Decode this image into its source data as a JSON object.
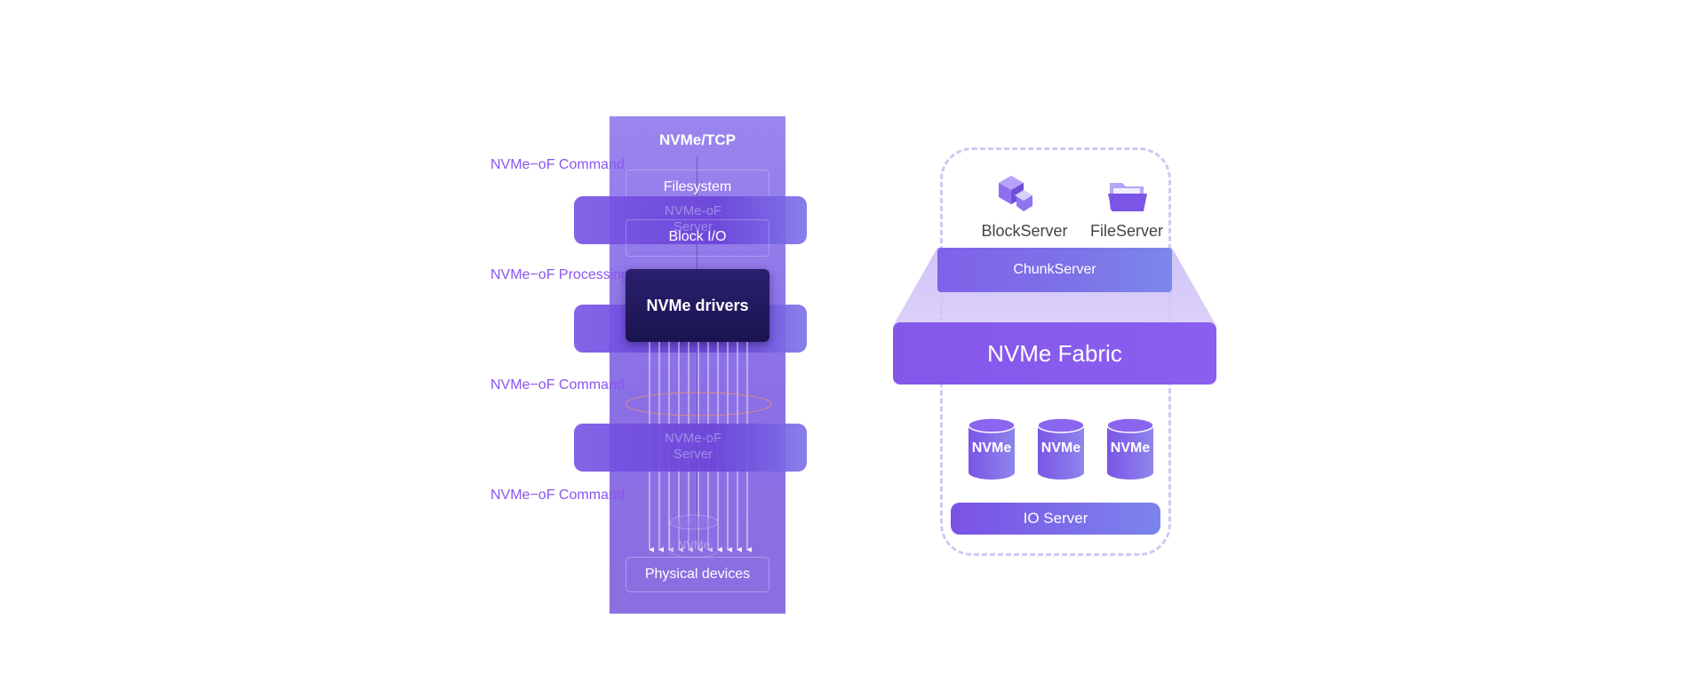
{
  "left": {
    "title": "NVMe/TCP",
    "side_labels": [
      "NVMe−oF Command",
      "NVMe−oF Processing",
      "NVMe−oF Command",
      "NVMe−oF Command"
    ],
    "filesystem": "Filesystem",
    "ghost_server_1": "NVMe-oF Server",
    "block_io": "Block I/O",
    "drivers": "NVMe drivers",
    "ghost_server_2": "NVMe-oF Server",
    "ghost_nvme": "NVMe",
    "physical": "Physical devices"
  },
  "right": {
    "block_server": "BlockServer",
    "file_server": "FileServer",
    "chunk_server": "ChunkServer",
    "fabric": "NVMe Fabric",
    "disks": [
      "NVMe",
      "NVMe",
      "NVMe"
    ],
    "io_server": "IO Server"
  },
  "colors": {
    "accent": "#8457ea",
    "label_purple": "#8a55ee",
    "dashed_border": "#cfc8f4",
    "drivers_dark": "#1a1450"
  }
}
